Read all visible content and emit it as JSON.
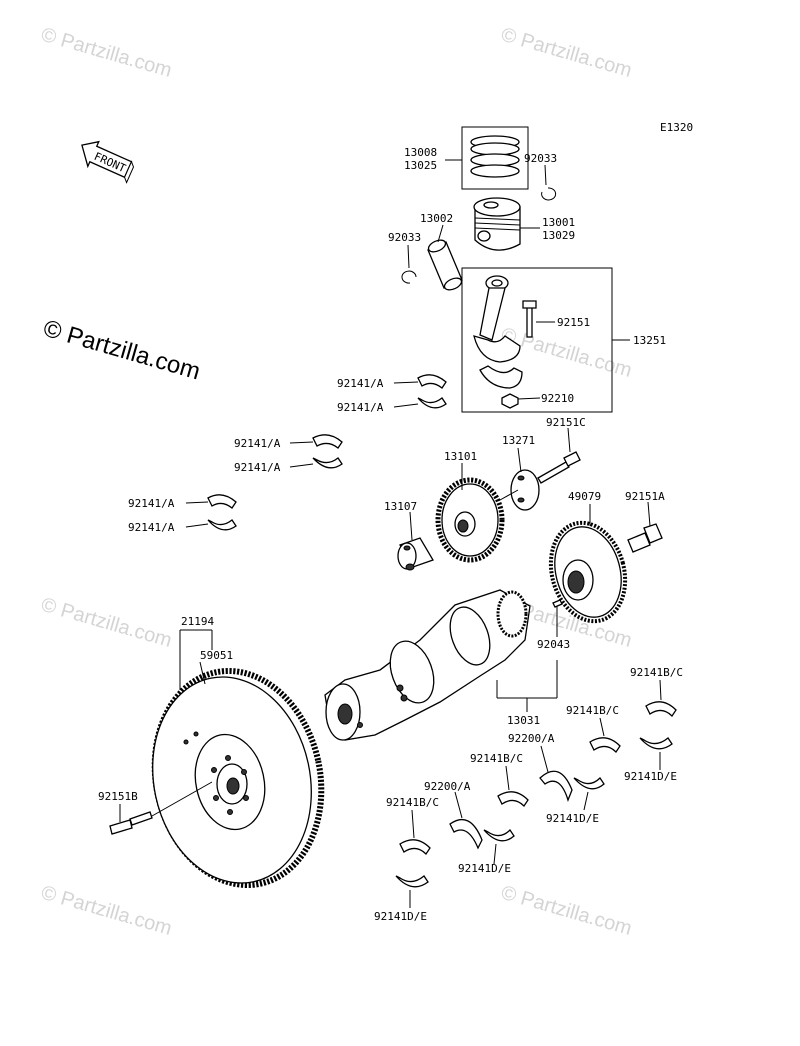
{
  "diagram_code": "E1320",
  "front_arrow": "FRONT",
  "watermark_small": "© Partzilla.com",
  "watermark_large": "© Partzilla.com",
  "labels": {
    "l13008": "13008",
    "l13025": "13025",
    "l92033a": "92033",
    "l13002": "13002",
    "l13001": "13001",
    "l13029": "13029",
    "l92033b": "92033",
    "l92151": "92151",
    "l13251": "13251",
    "l92210": "92210",
    "l92141a1": "92141/A",
    "l92141a2": "92141/A",
    "l92141a3": "92141/A",
    "l92141a4": "92141/A",
    "l92141a5": "92141/A",
    "l92141a6": "92141/A",
    "l92151c": "92151C",
    "l13271": "13271",
    "l13101": "13101",
    "l13107": "13107",
    "l49079": "49079",
    "l92151a": "92151A",
    "l21194": "21194",
    "l59051": "59051",
    "l92043": "92043",
    "l13031": "13031",
    "l92151b": "92151B",
    "l92141bc1": "92141B/C",
    "l92141bc2": "92141B/C",
    "l92141bc3": "92141B/C",
    "l92141bc4": "92141B/C",
    "l92200a1": "92200/A",
    "l92200a2": "92200/A",
    "l92141de1": "92141D/E",
    "l92141de2": "92141D/E",
    "l92141de3": "92141D/E",
    "l92141de4": "92141D/E"
  }
}
